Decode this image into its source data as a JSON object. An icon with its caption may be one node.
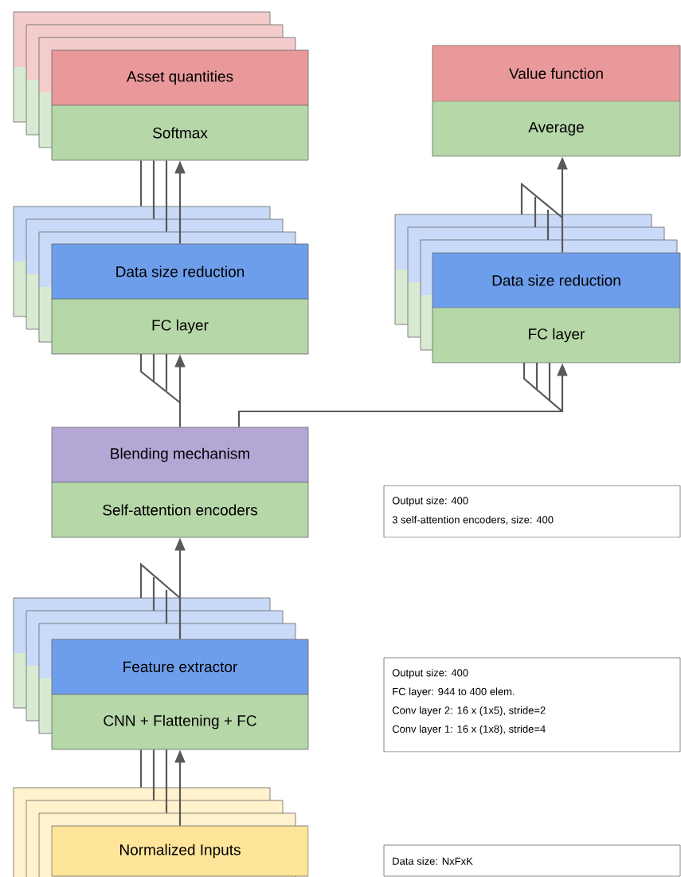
{
  "diagram": {
    "nodes": [
      {
        "text": [
          "Asset quantities",
          "Softmax"
        ]
      },
      {
        "text": [
          "Value function",
          "Average"
        ]
      },
      {
        "text": [
          "Data size reduction",
          "FC layer"
        ]
      },
      {
        "text": [
          "Data size reduction",
          "FC layer"
        ]
      },
      {
        "text": [
          "Blending mechanism",
          "Self-attention encoders"
        ]
      },
      {
        "text": [
          "Feature extractor",
          "CNN + Flattening + FC"
        ]
      },
      {
        "text": [
          "Normalized Inputs"
        ]
      },
      {
        "text": [
          "Output size: 400",
          "3 self-attention encoders, size: 400"
        ]
      },
      {
        "text": [
          "Output size: 400",
          "FC  layer: 944 to 400 elem.",
          "Conv layer 2: 16 x (1x5), stride=2",
          "Conv layer 1: 16 x (1x8), stride=4"
        ]
      },
      {
        "text": [
          "Data size: NxFxK"
        ]
      }
    ],
    "edges": [
      {
        "from": 6,
        "to": 5,
        "arrow": "to"
      },
      {
        "from": 5,
        "to": 4,
        "arrow": "to"
      },
      {
        "from": 4,
        "to": 2,
        "arrow": "to"
      },
      {
        "from": 4,
        "to": 3,
        "arrow": "to"
      },
      {
        "from": 2,
        "to": 0,
        "arrow": "to"
      },
      {
        "from": 3,
        "to": 1,
        "arrow": "to"
      },
      {
        "from": 6,
        "to": 5,
        "arrow": "none"
      },
      {
        "from": 6,
        "to": 5,
        "arrow": "none"
      },
      {
        "from": 6,
        "to": 5,
        "arrow": "none"
      },
      {
        "from": 2,
        "to": 0,
        "arrow": "none"
      },
      {
        "from": 2,
        "to": 0,
        "arrow": "none"
      },
      {
        "from": 2,
        "to": 0,
        "arrow": "none"
      }
    ]
  }
}
